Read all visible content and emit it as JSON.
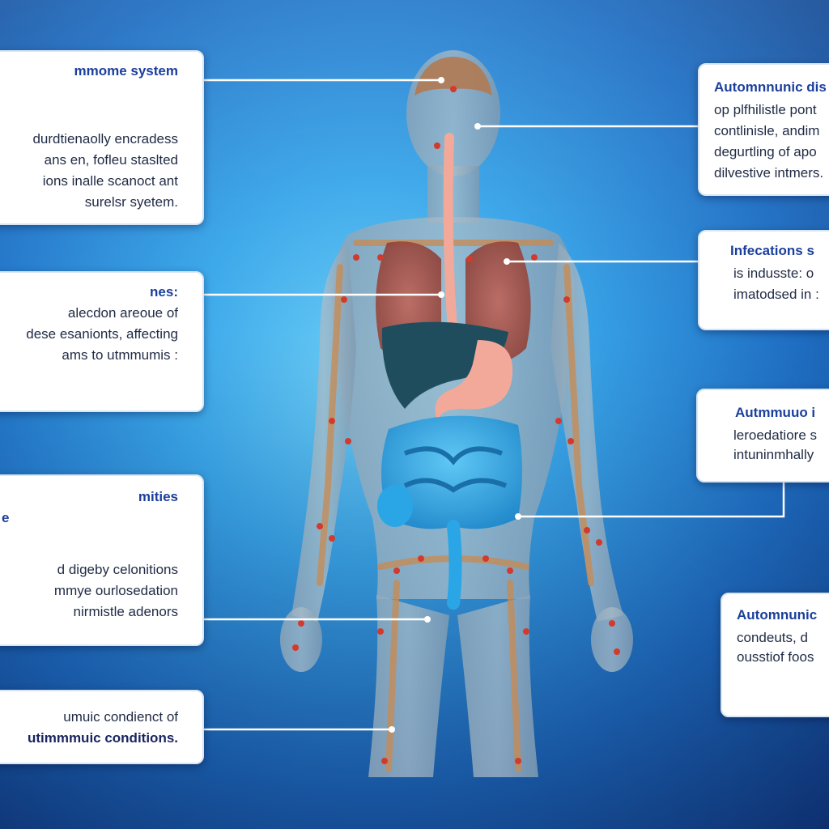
{
  "left_cards": [
    {
      "title": "mmome system",
      "lines": [
        "durdtienaolly encradess",
        "ans en, fofleu staslted",
        "ions inalle scanoct ant",
        "surelsr syetem."
      ]
    },
    {
      "title": "nes:",
      "lines": [
        "alecdon areoue of",
        "dese esanionts, affecting",
        "ams to utmmumis :"
      ]
    },
    {
      "title": "mities",
      "subtitle": "e",
      "lines": [
        "d digeby celonitions",
        "mmye ourlosedation",
        "nirmistle adenors"
      ]
    },
    {
      "title": "",
      "lines": [
        "umuic condienct of",
        "utimmmuic conditions."
      ]
    }
  ],
  "right_cards": [
    {
      "title": "Automnnunic dis",
      "lines": [
        "op plfhilistle pont",
        "contlinisle, andim",
        "degurtling of apo",
        "dilvestive intmers."
      ]
    },
    {
      "title": "Infecations s",
      "lines": [
        "is indusste: o",
        "imatodsed in :"
      ]
    },
    {
      "title": "Autmmuuo i",
      "lines": [
        "leroedatiore s",
        "intuninmhally"
      ]
    },
    {
      "title": "Automnunic",
      "lines": [
        "condeuts, d",
        "ousstiof foos"
      ]
    }
  ],
  "colors": {
    "card_title": "#1b3f9c",
    "card_text": "#1f2a44",
    "intestine": "#2aa6e6",
    "liver": "#1f4d5e",
    "stomach": "#f2a99a",
    "lung": "#b5574a",
    "bone": "#c98a4f"
  }
}
